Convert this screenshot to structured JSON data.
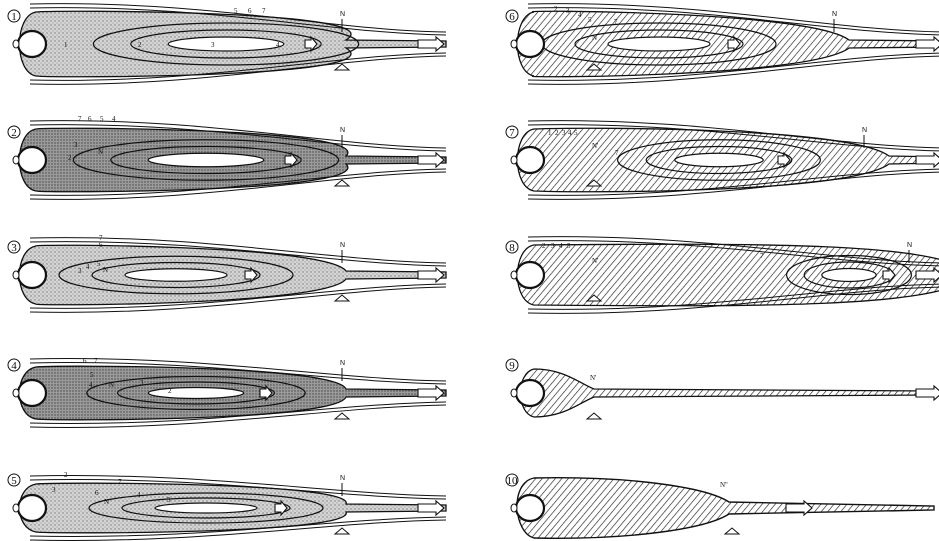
{
  "panels": [
    {
      "number": "1",
      "labels": [
        "1",
        "2",
        "3",
        "4",
        "5",
        "6",
        "7"
      ],
      "neutral": "N"
    },
    {
      "number": "2",
      "labels": [
        "7",
        "6",
        "5",
        "4",
        "3",
        "2",
        "N"
      ],
      "neutral": "N"
    },
    {
      "number": "3",
      "labels": [
        "7",
        "6",
        "5",
        "4",
        "3",
        "N"
      ],
      "neutral": "N"
    },
    {
      "number": "4",
      "labels": [
        "6",
        "7",
        "5",
        "4",
        "3",
        "2",
        "N"
      ],
      "neutral": "N"
    },
    {
      "number": "5",
      "labels": [
        "2",
        "3",
        "6",
        "7",
        "4",
        "5",
        "N"
      ],
      "neutral": "N"
    },
    {
      "number": "6",
      "labels": [
        "2",
        "3",
        "4",
        "5",
        "7",
        "N"
      ],
      "neutral": "N"
    },
    {
      "number": "7",
      "labels": [
        "1",
        "2",
        "3",
        "4",
        "5",
        "7",
        "N'"
      ],
      "neutral": "N"
    },
    {
      "number": "8",
      "labels": [
        "2",
        "3",
        "4",
        "5",
        "N'",
        "7"
      ],
      "neutral": "N"
    },
    {
      "number": "9",
      "labels": [
        "N'"
      ],
      "neutral": ""
    },
    {
      "number": "10",
      "labels": [
        "N''"
      ],
      "neutral": ""
    }
  ]
}
